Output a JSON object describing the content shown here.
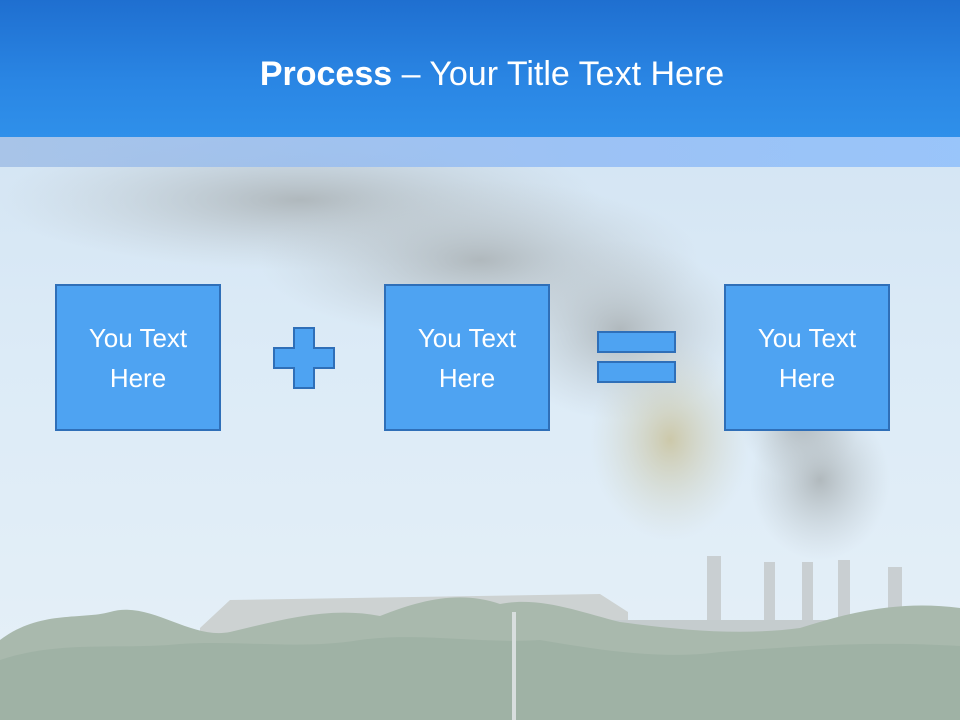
{
  "slide": {
    "title_bold": "Process",
    "title_rest": " – Your Title Text Here"
  },
  "boxes": [
    {
      "line1": "You Text",
      "line2": "Here"
    },
    {
      "line1": "You Text",
      "line2": "Here"
    },
    {
      "line1": "You Text",
      "line2": "Here"
    }
  ],
  "colors": {
    "header": "#2a86e4",
    "box_fill": "#4ea3f2",
    "box_border": "#2f6fb8"
  }
}
